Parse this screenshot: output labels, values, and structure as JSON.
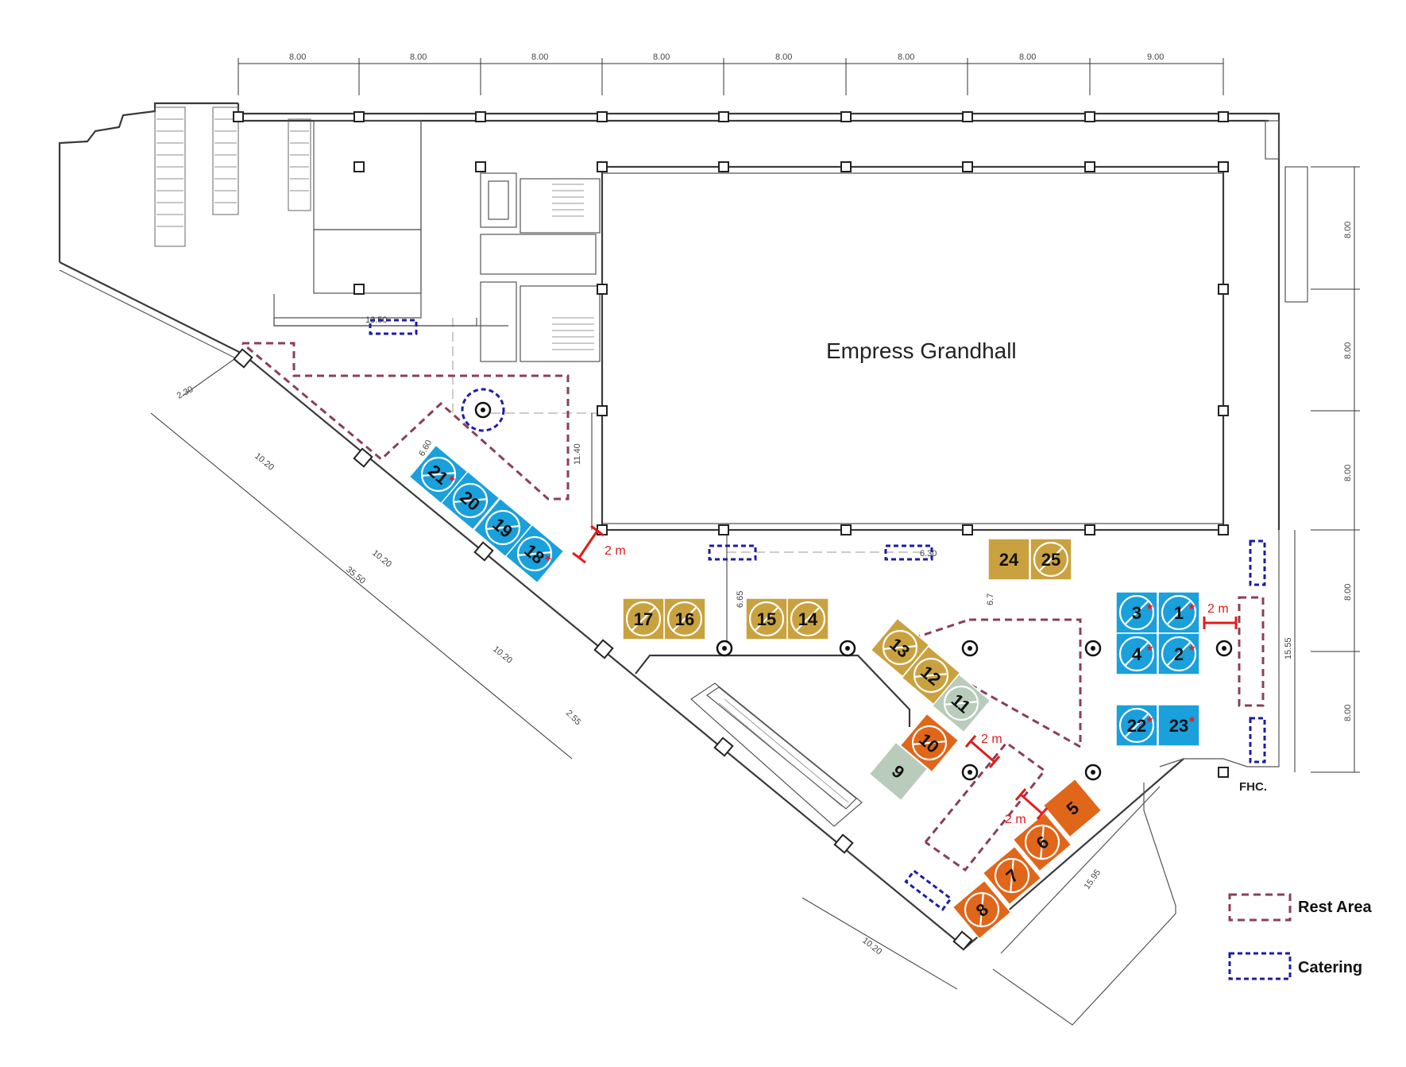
{
  "hall": {
    "title": "Empress Grandhall"
  },
  "top_dimensions": [
    "8.00",
    "8.00",
    "8.00",
    "8.00",
    "8.00",
    "8.00",
    "8.00",
    "9.00"
  ],
  "right_dimensions": [
    "8.00",
    "8.00",
    "8.00",
    "8.00",
    "8.00"
  ],
  "inner_dimensions": {
    "d1": "13.50",
    "d2": "2.30",
    "d3": "10.20",
    "d4": "10.20",
    "d5": "10.20",
    "d6": "35.50",
    "d7": "2.55",
    "d8": "6.60",
    "d9": "11.40",
    "d10": "6.65",
    "d11": "6.30",
    "d12": "6.7",
    "d13": "15.55",
    "d14": "15.95",
    "d15": "10.20"
  },
  "booths": [
    {
      "label": "1",
      "color": "#1aa0db",
      "struck": true,
      "star": true
    },
    {
      "label": "2",
      "color": "#1aa0db",
      "struck": true,
      "star": true
    },
    {
      "label": "3",
      "color": "#1aa0db",
      "struck": true,
      "star": true
    },
    {
      "label": "4",
      "color": "#1aa0db",
      "struck": true,
      "star": true
    },
    {
      "label": "5",
      "color": "#e0661a",
      "struck": false,
      "star": false
    },
    {
      "label": "6",
      "color": "#e0661a",
      "struck": true,
      "star": false
    },
    {
      "label": "7",
      "color": "#e0661a",
      "struck": true,
      "star": false
    },
    {
      "label": "8",
      "color": "#e0661a",
      "struck": true,
      "star": false
    },
    {
      "label": "9",
      "color": "#b9cbbb",
      "struck": false,
      "star": false
    },
    {
      "label": "10",
      "color": "#e0661a",
      "struck": true,
      "star": false
    },
    {
      "label": "11",
      "color": "#b9cbbb",
      "struck": true,
      "star": false
    },
    {
      "label": "12",
      "color": "#c9a23f",
      "struck": true,
      "star": false
    },
    {
      "label": "13",
      "color": "#c9a23f",
      "struck": true,
      "star": false
    },
    {
      "label": "14",
      "color": "#c9a23f",
      "struck": true,
      "star": false
    },
    {
      "label": "15",
      "color": "#c9a23f",
      "struck": true,
      "star": false
    },
    {
      "label": "16",
      "color": "#c9a23f",
      "struck": true,
      "star": false
    },
    {
      "label": "17",
      "color": "#c9a23f",
      "struck": true,
      "star": false
    },
    {
      "label": "18",
      "color": "#1aa0db",
      "struck": true,
      "star": true
    },
    {
      "label": "19",
      "color": "#1aa0db",
      "struck": true,
      "star": false
    },
    {
      "label": "20",
      "color": "#1aa0db",
      "struck": true,
      "star": false
    },
    {
      "label": "21",
      "color": "#1aa0db",
      "struck": true,
      "star": true
    },
    {
      "label": "22",
      "color": "#1aa0db",
      "struck": true,
      "star": true
    },
    {
      "label": "23",
      "color": "#1aa0db",
      "struck": false,
      "star": true
    },
    {
      "label": "24",
      "color": "#c9a23f",
      "struck": false,
      "star": false
    },
    {
      "label": "25",
      "color": "#c9a23f",
      "struck": true,
      "star": false
    }
  ],
  "gap_label": "2 m",
  "fhc_label": "FHC.",
  "legend": {
    "rest_area": {
      "label": "Rest Area",
      "color": "#8a3f55"
    },
    "catering": {
      "label": "Catering",
      "color": "#1c1ca8"
    }
  }
}
